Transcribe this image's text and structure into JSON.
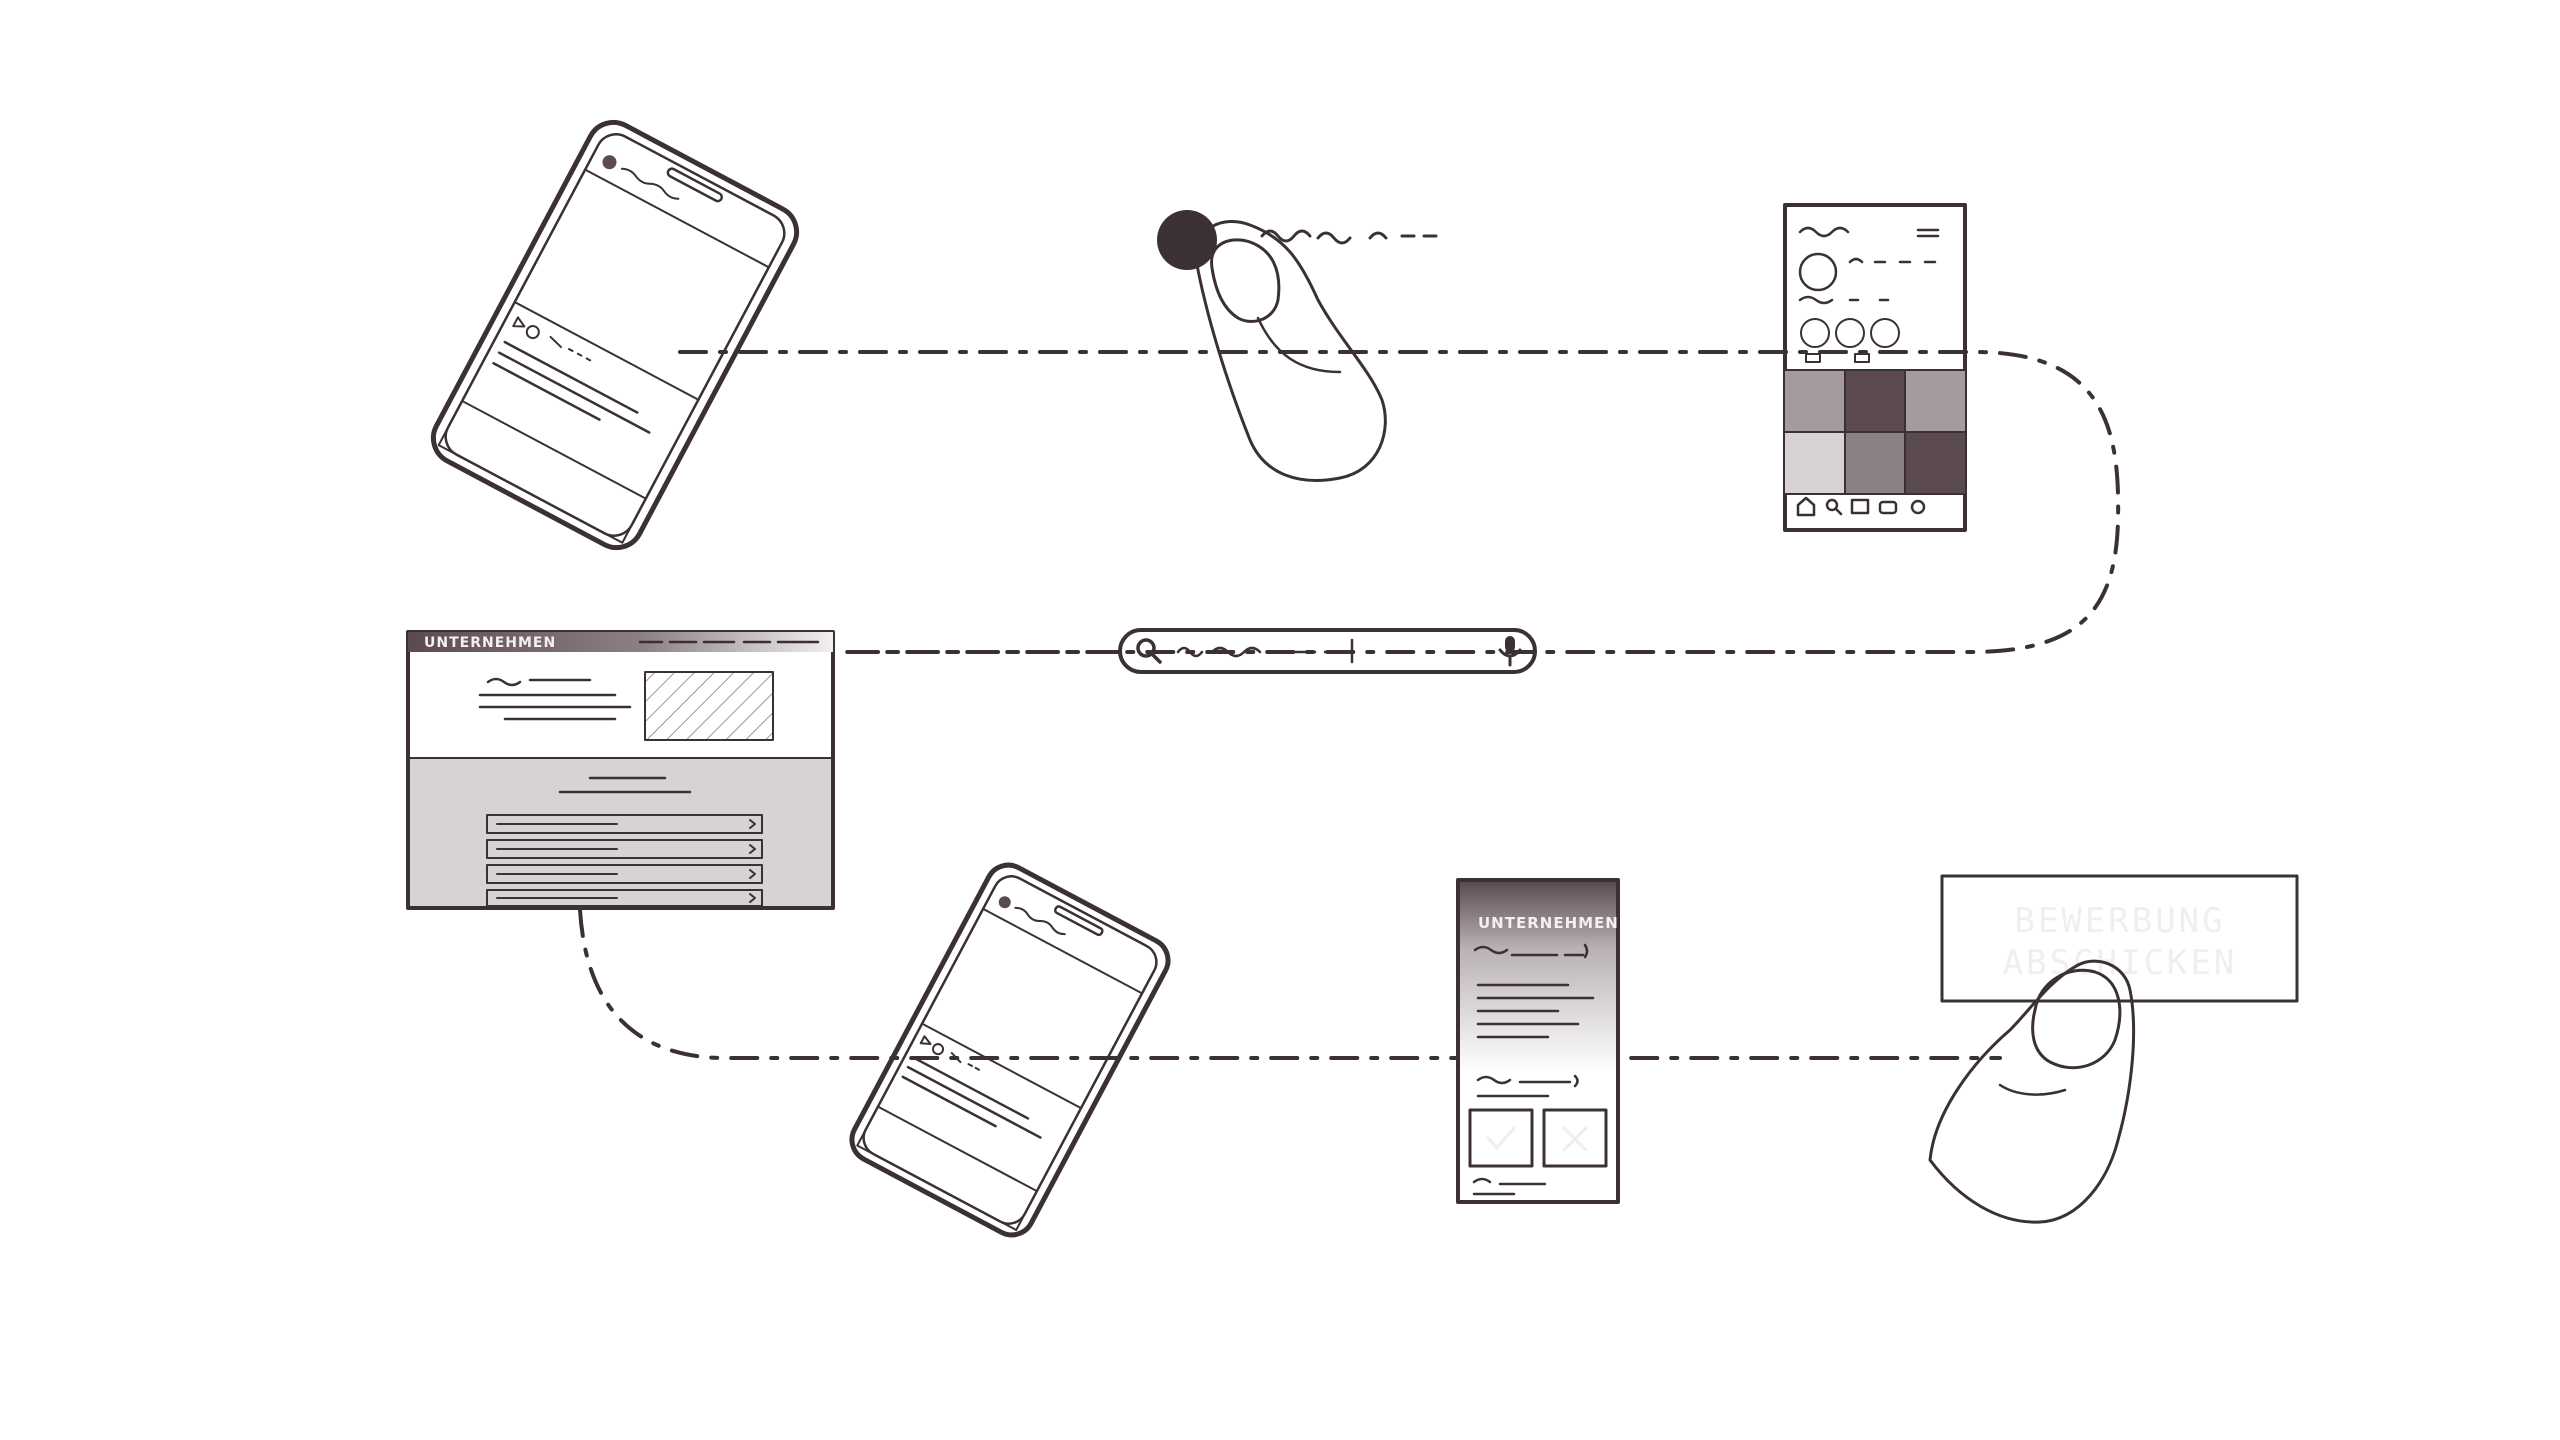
{
  "brand_label": "UNTERNEHMEN",
  "apply_button": {
    "line1": "BEWERBUNG",
    "line2": "ABSCHICKEN"
  },
  "colors": {
    "ink": "#3b3133",
    "dark_fill": "#5b4b4f",
    "mid_fill": "#8b8083",
    "light_fill": "#d7d2d3",
    "skin": "#eeeeee",
    "background": "#ffffff"
  },
  "icons": [
    "search-icon",
    "microphone-icon",
    "check-icon",
    "close-icon",
    "home-icon"
  ]
}
